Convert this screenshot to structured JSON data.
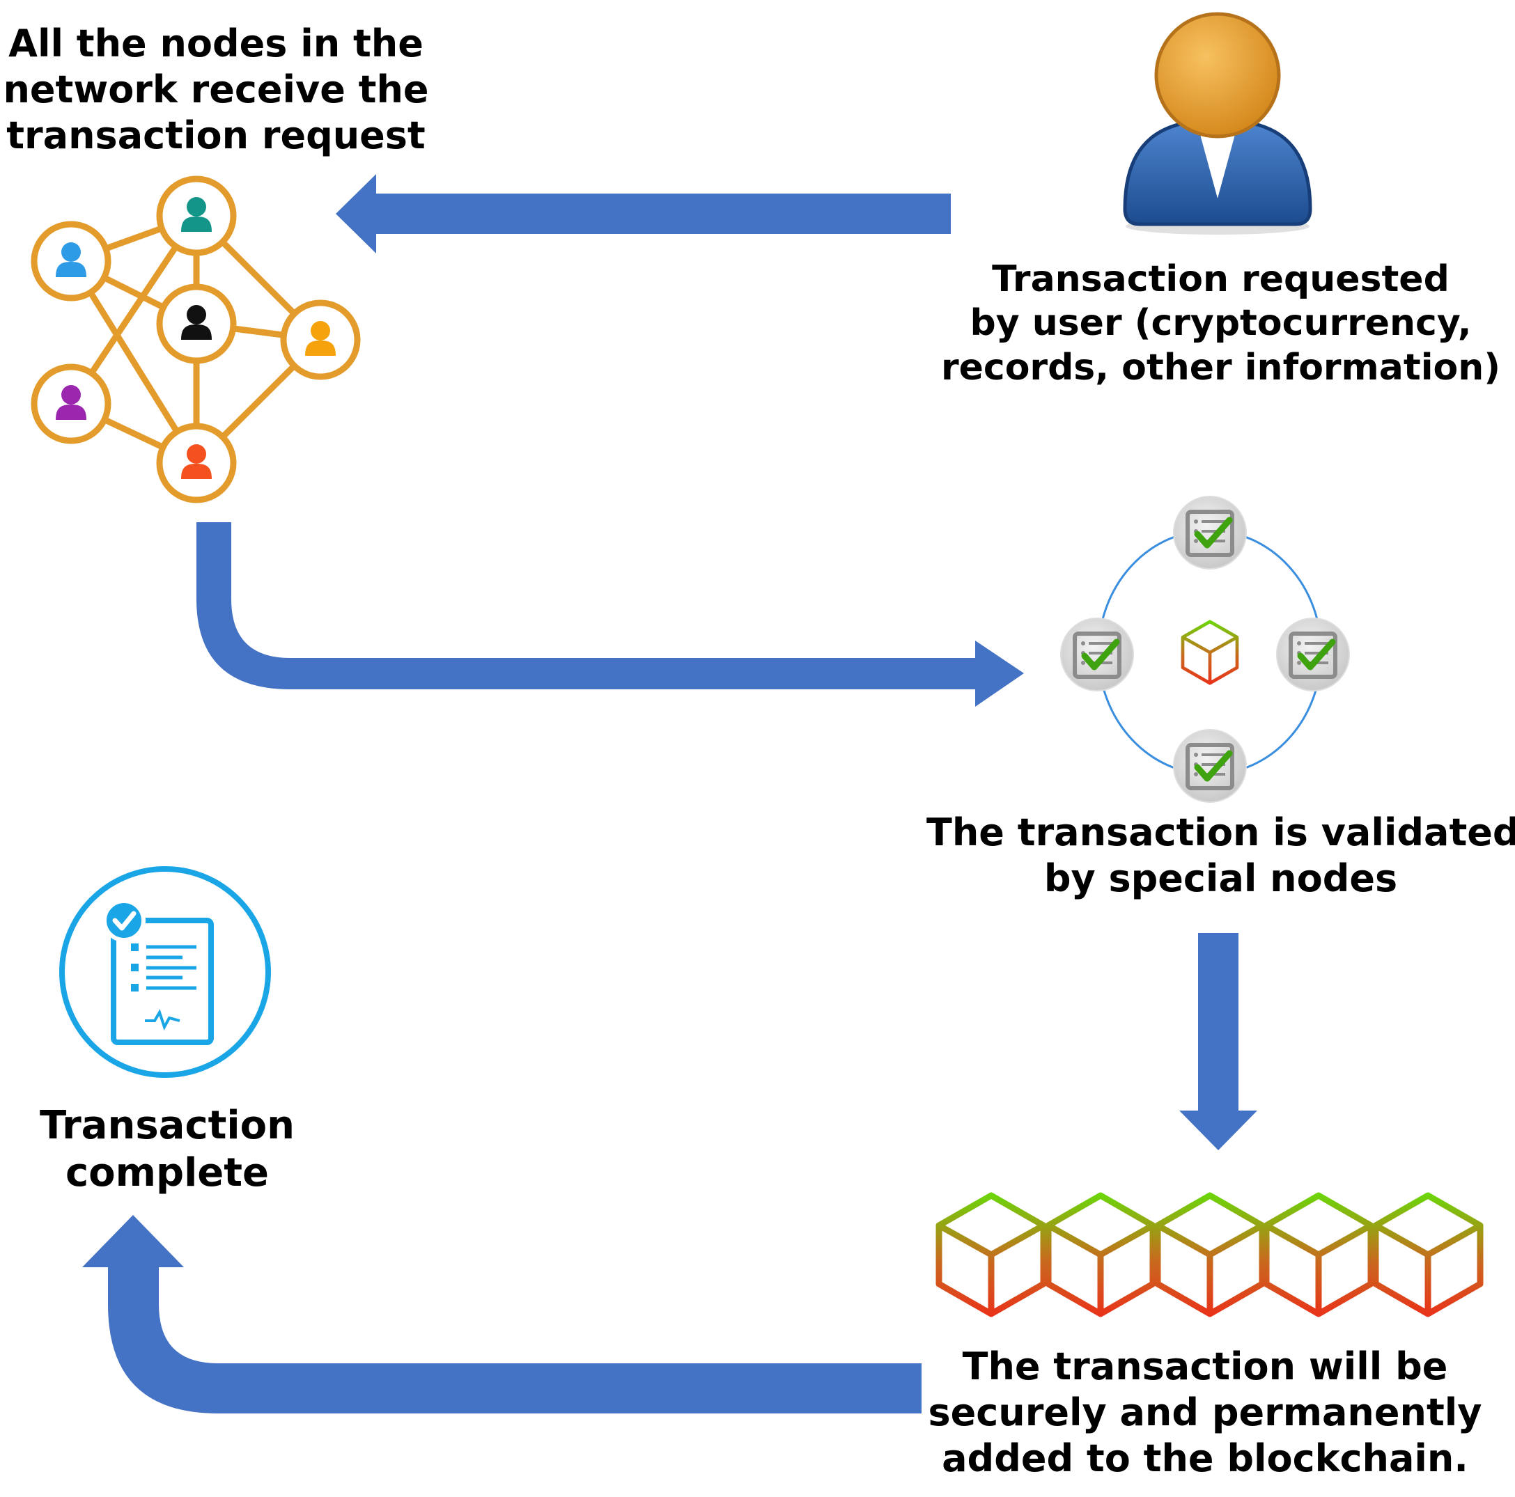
{
  "captions": {
    "nodes_receive": [
      "All the nodes in the",
      "network receive the",
      "transaction request"
    ],
    "user_request": [
      "Transaction requested",
      "by user (cryptocurrency,",
      "records, other information)"
    ],
    "validated": [
      "The transaction is validated",
      "by special nodes"
    ],
    "complete": [
      "Transaction",
      "complete"
    ],
    "blockchain": [
      "The transaction will be",
      "securely and permanently",
      "added to the blockchain."
    ]
  },
  "colors": {
    "arrow": "#4472C4",
    "network_ring": "#E39B2B",
    "user_head": "#E8A032",
    "user_body": "#2B5FA8",
    "validator_ring": "#3A8EE0",
    "check": "#3FA30F",
    "complete_ring": "#1AA6E6",
    "cube_top": "#6DD40A",
    "cube_bottom": "#E8341A"
  },
  "icons": {
    "user": "user-avatar-icon",
    "network": "network-icon",
    "validator": "document-check-icon",
    "block": "cube-icon",
    "complete": "checklist-icon"
  },
  "network_people_colors": [
    "#2E9BE6",
    "#14958A",
    "#111111",
    "#F5A20C",
    "#9B27AF",
    "#F4511E"
  ]
}
